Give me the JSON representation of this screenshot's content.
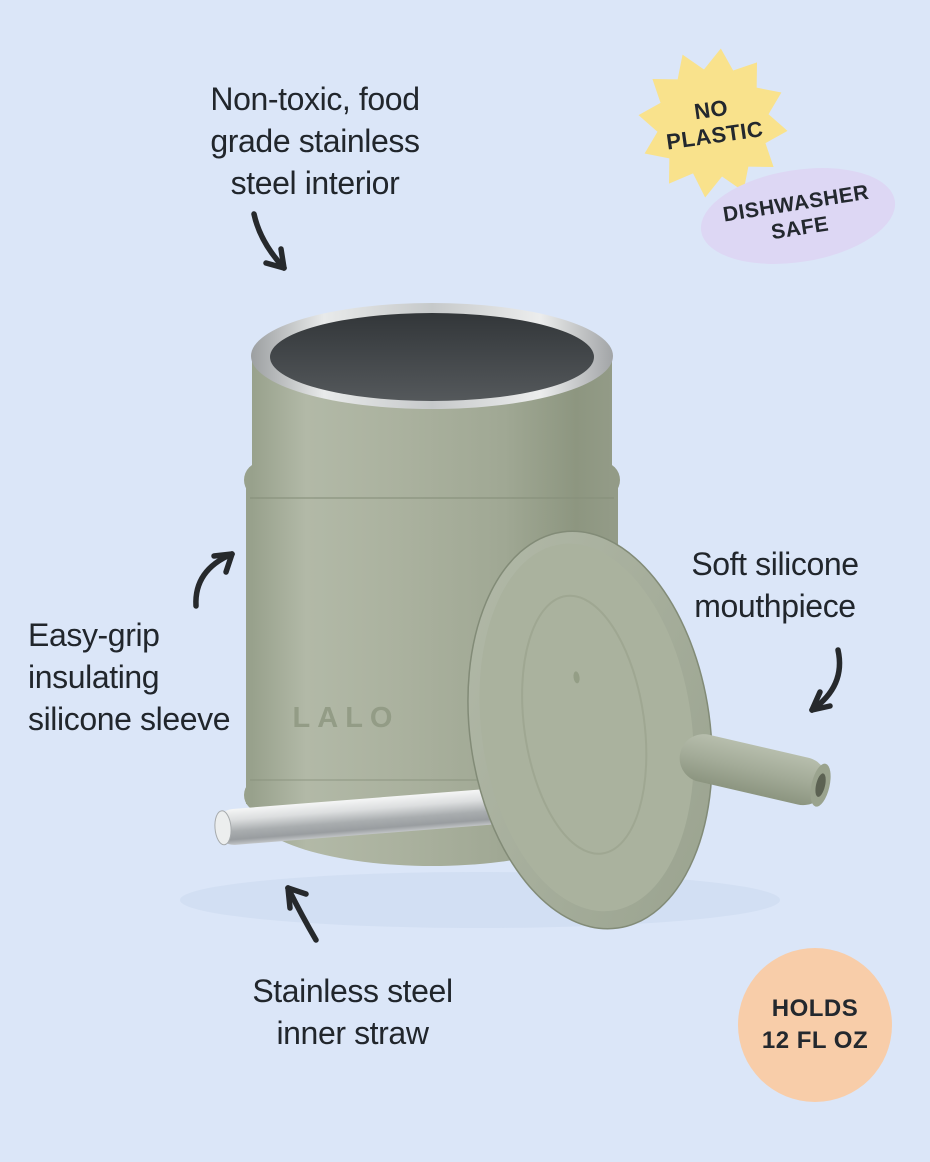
{
  "page": {
    "background": "#dbe6f8",
    "text_color": "#21262c"
  },
  "callouts": {
    "interior": "Non-toxic, food\ngrade stainless\nsteel interior",
    "sleeve": "Easy-grip\ninsulating\nsilicone sleeve",
    "mouthpiece": "Soft silicone\nmouthpiece",
    "straw": "Stainless steel\ninner straw"
  },
  "badges": {
    "no_plastic": {
      "label": "NO\nPLASTIC",
      "fill": "#f9e28c",
      "shape": "starburst"
    },
    "dishwasher_safe": {
      "label": "DISHWASHER\nSAFE",
      "fill": "#ddd7f4",
      "shape": "ellipse"
    },
    "capacity": {
      "label": "HOLDS\n12 FL OZ",
      "fill": "#f8cda9",
      "shape": "circle"
    }
  },
  "product": {
    "brand": "LALO",
    "cup_color": "#a8b09d",
    "interior_color": "#3a3e41",
    "straw_color": "#c4c7c9",
    "lid_color": "#a5ad9a"
  }
}
